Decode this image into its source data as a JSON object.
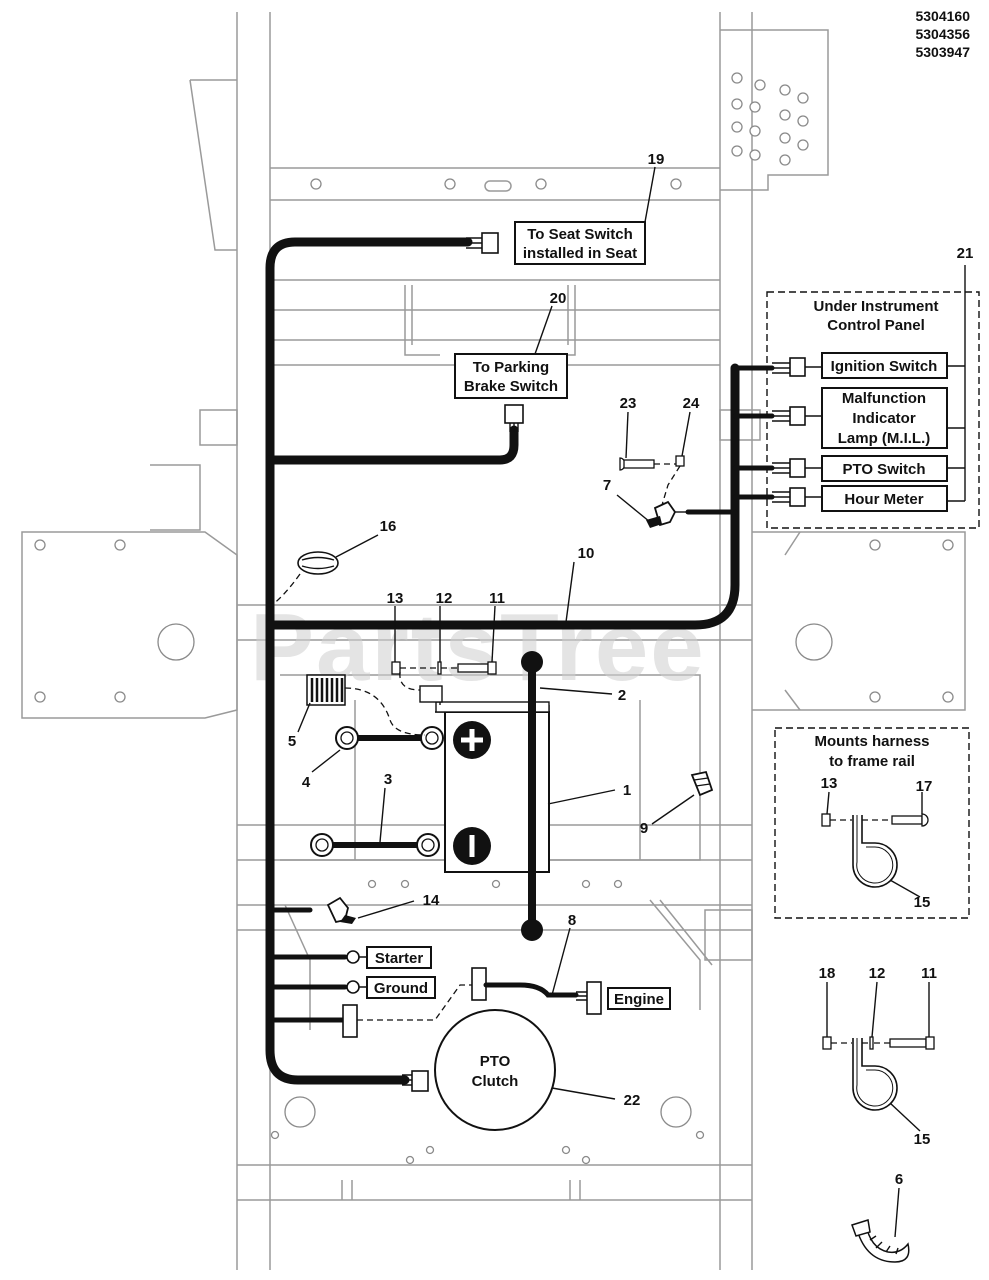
{
  "part_numbers": [
    "5304160",
    "5304356",
    "5303947"
  ],
  "watermark": "PartsTree",
  "callouts": {
    "c1": "1",
    "c2": "2",
    "c3": "3",
    "c4": "4",
    "c5": "5",
    "c6": "6",
    "c7": "7",
    "c8": "8",
    "c9": "9",
    "c10": "10",
    "c11": "11",
    "c12": "12",
    "c13": "13",
    "c14": "14",
    "c15": "15",
    "c16": "16",
    "c17": "17",
    "c18": "18",
    "c19": "19",
    "c20": "20",
    "c21": "21",
    "c22": "22",
    "c23": "23",
    "c24": "24"
  },
  "labels": {
    "seat_switch": [
      "To Seat Switch",
      "installed in Seat"
    ],
    "parking_brake": [
      "To Parking",
      "Brake Switch"
    ],
    "instrument_panel": [
      "Under Instrument",
      "Control Panel"
    ],
    "ignition": "Ignition Switch",
    "mil": [
      "Malfunction",
      "Indicator",
      "Lamp (M.I.L.)"
    ],
    "pto_switch": "PTO Switch",
    "hour_meter": "Hour Meter",
    "mounts": [
      "Mounts harness",
      "to frame rail"
    ],
    "starter": "Starter",
    "ground": "Ground",
    "engine": "Engine",
    "pto_clutch": [
      "PTO",
      "Clutch"
    ]
  },
  "detail_callouts": {
    "d13": "13",
    "d17": "17",
    "d15a": "15",
    "d18": "18",
    "d12": "12",
    "d11": "11",
    "d15b": "15"
  }
}
